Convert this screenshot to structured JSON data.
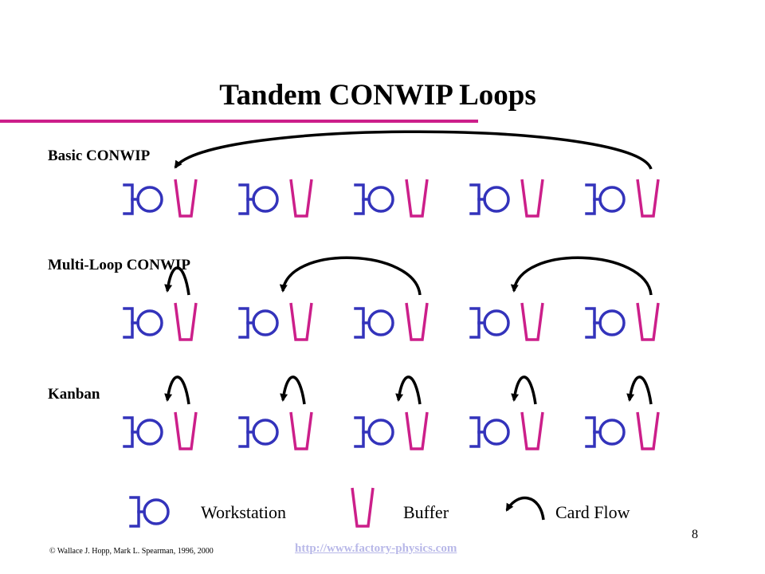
{
  "title": "Tandem CONWIP Loops",
  "sections": [
    {
      "label": "Basic CONWIP",
      "loops": [
        [
          5,
          1
        ]
      ]
    },
    {
      "label": "Multi-Loop CONWIP",
      "loops": [
        [
          1,
          1
        ],
        [
          3,
          2
        ],
        [
          5,
          4
        ]
      ]
    },
    {
      "label": "Kanban",
      "loops": [
        [
          1,
          1
        ],
        [
          2,
          2
        ],
        [
          3,
          3
        ],
        [
          4,
          4
        ],
        [
          5,
          5
        ]
      ]
    }
  ],
  "legend": {
    "workstation": "Workstation",
    "buffer": "Buffer",
    "card_flow": "Card Flow"
  },
  "colors": {
    "workstation": "#3333bb",
    "buffer": "#cc1f8a",
    "card_flow": "#000000",
    "rule": "#cc1f8a"
  },
  "footer": {
    "page_number": "8",
    "copyright": "© Wallace J. Hopp, Mark L. Spearman, 1996, 2000",
    "link": "http://www.factory-physics.com"
  }
}
